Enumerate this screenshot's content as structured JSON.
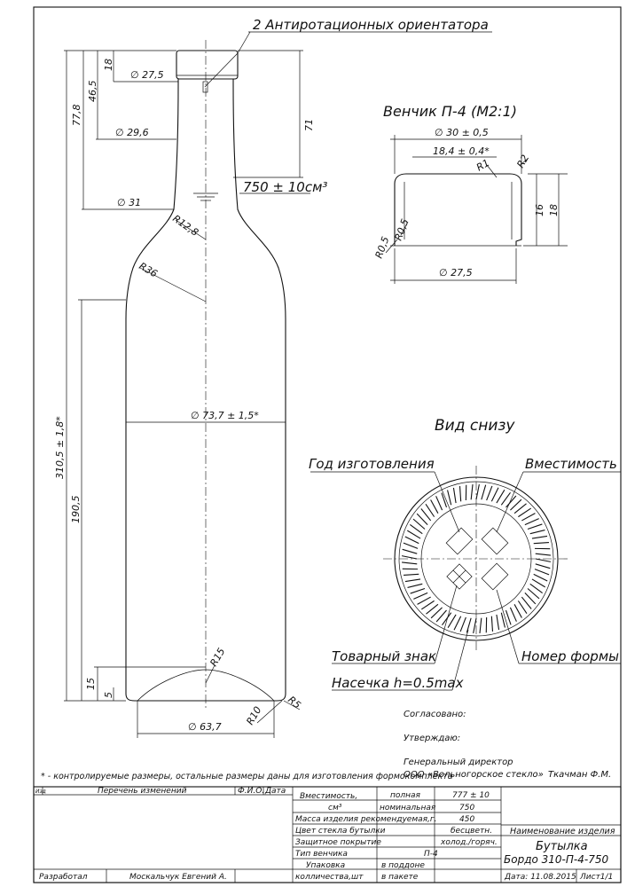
{
  "callouts": {
    "orientators": "2 Антиротационных ориентатора",
    "crown_view": "Венчик П-4 (М2:1)",
    "bottom_view": "Вид снизу",
    "year": "Год изготовления",
    "capacity": "Вместимость",
    "trademark": "Товарный знак",
    "notch": "Насечка h=0.5max",
    "mold_number": "Номер формы"
  },
  "dims": {
    "d_top": "∅ 27,5",
    "d_neck": "∅ 29,6",
    "d_shoulder": "∅ 31",
    "d_body": "∅ 73,7 ± 1,5*",
    "d_base": "∅ 63,7",
    "h_18": "18",
    "h_46": "46,5",
    "h_77": "77,8",
    "h_71": "71",
    "h_total": "310,5 ± 1,8*",
    "h_190": "190,5",
    "h_15": "15",
    "h_5": "5",
    "r_12": "R12,8",
    "r_36": "R36",
    "r_15": "R15",
    "r_10": "R10",
    "r_5": "R5",
    "volume": "750 ± 10см³",
    "c_30": "∅ 30 ± 0,5",
    "c_18": "18,4 ± 0,4*",
    "c_r1": "R1",
    "c_r2": "R2",
    "c_r05a": "R0,5",
    "c_r05b": "R0,5",
    "c_16": "16",
    "c_18h": "18",
    "c_275": "∅ 27,5"
  },
  "approval": {
    "agreed": "Согласовано:",
    "approved": "Утверждаю:",
    "director": "Генеральный директор",
    "company": "ООО «Вольногорское стекло»",
    "name": "Ткачман Ф.М."
  },
  "footnote": "* - контролируемые размеры, остальные размеры даны для изготовления формокомплекта",
  "titleblock": {
    "izd": "Изд",
    "changes": "Перечень изменений",
    "fio": "Ф.И.О.",
    "date_h": "Дата",
    "capacity_label": "Вместимость,",
    "capacity_unit": "см³",
    "full": "полная",
    "full_val": "777 ± 10",
    "nominal": "номинальная",
    "nominal_val": "750",
    "mass": "Масса изделия рекомендуемая,г.",
    "mass_val": "450",
    "color": "Цвет стекла бутылки",
    "color_val": "бесцветн.",
    "coating": "Защитное покрытие",
    "coating_val": "холод./горяч.",
    "crown_type": "Тип венчика",
    "crown_val": "П-4",
    "pack1": "Упаковка",
    "pack2": "колличества,шт",
    "pallet": "в поддоне",
    "package": "в пакете",
    "product_name_h": "Наименование изделия",
    "product1": "Бутылка",
    "product2": "Бордо 310-П-4-750",
    "developed": "Разработал",
    "developer": "Москальчук Евгений А.",
    "date": "Дата: 11.08.2015",
    "sheet": "Лист1/1"
  },
  "colors": {
    "ink": "#111111",
    "paper": "#ffffff"
  }
}
